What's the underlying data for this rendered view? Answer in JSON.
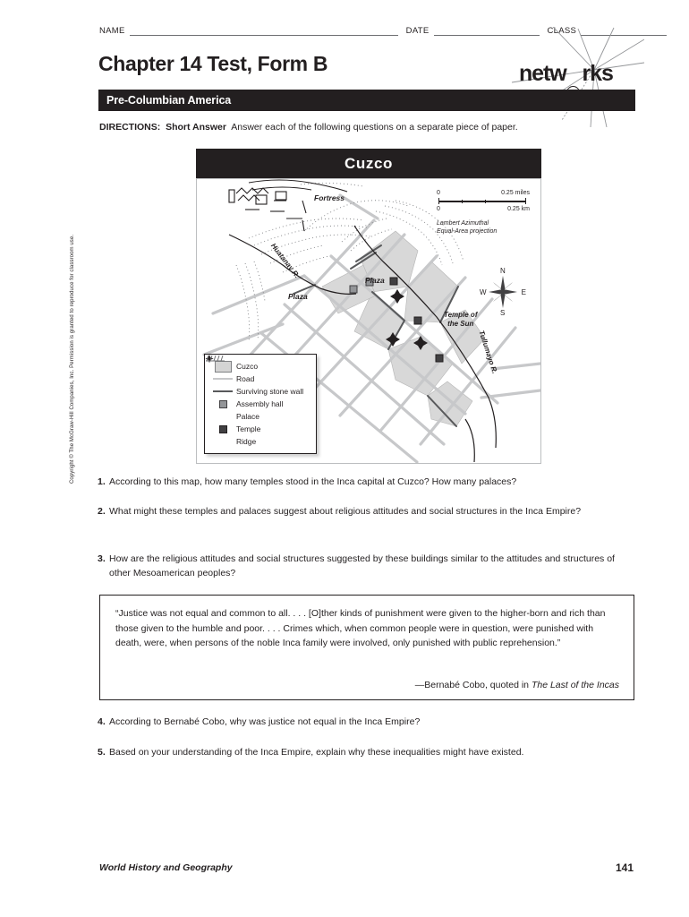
{
  "header": {
    "name_label": "NAME",
    "date_label": "DATE",
    "class_label": "CLASS",
    "title": "Chapter 14 Test, Form B",
    "subtitle": "Pre-Columbian America",
    "logo_before": "netw",
    "logo_after": "rks",
    "logo_name": "networks"
  },
  "directions": {
    "label": "DIRECTIONS:",
    "type": "Short Answer",
    "text": "Answer each of the following questions on a separate piece of paper."
  },
  "map": {
    "title": "Cuzco",
    "scale": {
      "miles_zero": "0",
      "miles_max": "0.25 miles",
      "km_zero": "0",
      "km_max": "0.25 km"
    },
    "projection": "Lambert Azimuthal\nEqual-Area projection",
    "compass": {
      "north": "N",
      "south": "S",
      "east": "E",
      "west": "W"
    },
    "labels": {
      "fortress": "Fortress",
      "plaza_main": "Plaza",
      "plaza_small": "Plaza",
      "temple_of_the_sun": "Temple of\nthe Sun",
      "huatanay_river": "Huatanay R.",
      "tullumayo_river": "Tullumayo R."
    },
    "legend": [
      {
        "key": "area-swatch",
        "label": "Cuzco"
      },
      {
        "key": "road-line",
        "label": "Road"
      },
      {
        "key": "wall-line",
        "label": "Surviving stone wall"
      },
      {
        "key": "assembly-hall-marker",
        "label": "Assembly hall"
      },
      {
        "key": "palace-marker",
        "label": "Palace"
      },
      {
        "key": "temple-marker",
        "label": "Temple"
      },
      {
        "key": "ridge-hatch",
        "label": "Ridge"
      }
    ]
  },
  "questions": [
    {
      "number": "1.",
      "text": "According to this map, how many temples stood in the Inca capital at Cuzco? How many palaces?"
    },
    {
      "number": "2.",
      "text": "What might these temples and palaces suggest about religious attitudes and social structures in the Inca Empire?"
    },
    {
      "number": "3.",
      "text": "How are the religious attitudes and social structures suggested by these buildings similar to the attitudes and structures of other Mesoamerican peoples?"
    },
    {
      "number": "4.",
      "text": "According to Bernabé Cobo, why was justice not equal in the Inca Empire?"
    },
    {
      "number": "5.",
      "text": "Based on your understanding of the Inca Empire, explain why these inequalities might have existed."
    }
  ],
  "quote": {
    "text": "“Justice was not equal and common to all. . . . [O]ther kinds of punishment were given to the higher-born and rich than those given to the humble and poor. . . . Crimes which, when common people were in question, were punished with death, were, when persons of the noble Inca family were involved, only punished with public reprehension.”",
    "attribution_prefix": "—Bernabé Cobo, quoted in ",
    "attribution_source": "The Last of the Incas"
  },
  "footer": {
    "book_title": "World History and Geography",
    "page_number": "141",
    "copyright": "Copyright © The McGraw-Hill Companies, Inc. Permission is granted to reproduce for classroom use."
  },
  "colors": {
    "ink": "#231f20",
    "bar": "#231f20",
    "urban_fill": "#d4d4d4",
    "road": "#c7c8ca",
    "wall": "#58595b"
  }
}
